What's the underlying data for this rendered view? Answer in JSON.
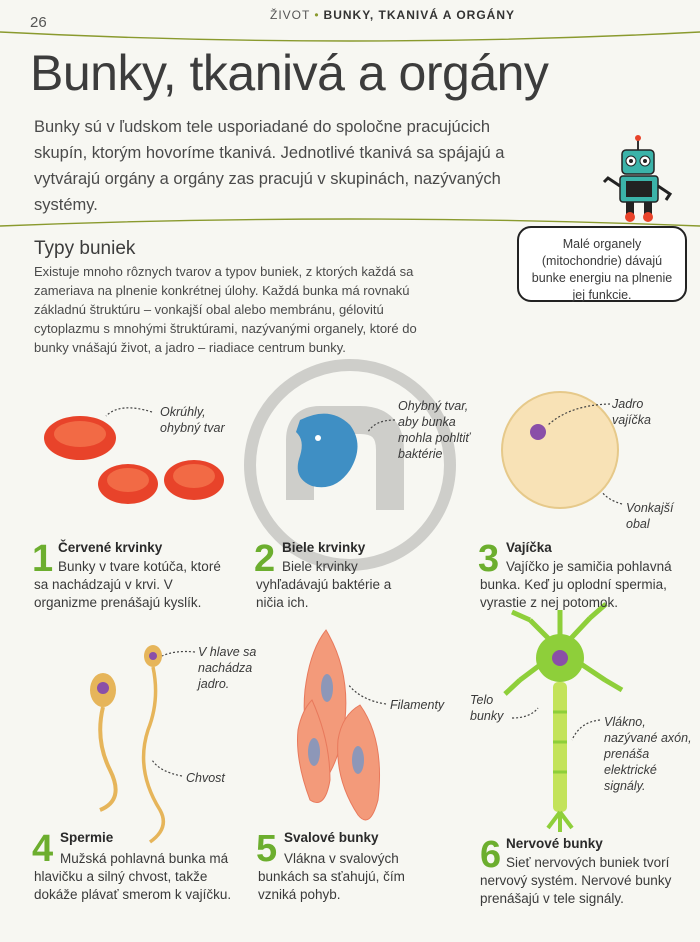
{
  "header": {
    "page_number": "26",
    "running_section": "ŽIVOT",
    "running_title": "BUNKY, TKANIVÁ A ORGÁNY"
  },
  "title": "Bunky, tkanivá a orgány",
  "intro": "Bunky sú v ľudskom tele usporiadané do spoločne pracujúcich skupín, ktorým hovoríme tkanivá. Jednotlivé tkanivá sa spájajú a vytvárajú orgány a orgány zas pracujú v skupinách, nazývaných systémy.",
  "section": {
    "title": "Typy buniek",
    "text": "Existuje mnoho rôznych tvarov a typov buniek, z ktorých každá sa zameriava na plnenie konkrétnej úlohy. Každá bunka má rovnakú základnú štruktúru – vonkajší obal alebo membránu, gélovitú cytoplazmu s mnohými štruktúrami, nazývanými organely, ktoré do bunky vnášajú život, a jadro – riadiace centrum bunky."
  },
  "note": "Malé organely (mitochondrie) dávajú bunke energiu na plnenie jej funkcie.",
  "cells": [
    {
      "num": "1",
      "title": "Červené krvinky",
      "text": "Bunky v tvare kotúča, ktoré sa nachádzajú v krvi. V organizme prenášajú kyslík.",
      "labels": [
        "Okrúhly, ohybný tvar"
      ]
    },
    {
      "num": "2",
      "title": "Biele krvinky",
      "text": "Biele krvinky vyhľadávajú baktérie a ničia ich.",
      "labels": [
        "Ohybný tvar, aby bunka mohla pohltiť baktérie"
      ]
    },
    {
      "num": "3",
      "title": "Vajíčka",
      "text": "Vajíčko je samičia pohlavná bunka. Keď ju oplodní spermia, vyrastie z nej potomok.",
      "labels": [
        "Jadro vajíčka",
        "Vonkajší obal"
      ]
    },
    {
      "num": "4",
      "title": "Spermie",
      "text": "Mužská pohlavná bunka má hlavičku a silný chvost, takže dokáže plávať smerom k vajíčku.",
      "labels": [
        "V hlave sa nachádza jadro.",
        "Chvost"
      ]
    },
    {
      "num": "5",
      "title": "Svalové bunky",
      "text": "Vlákna v svalových bunkách sa sťahujú, čím vzniká pohyb.",
      "labels": [
        "Filamenty"
      ]
    },
    {
      "num": "6",
      "title": "Nervové bunky",
      "text": "Sieť nervových buniek tvorí nervový systém. Nervové bunky prenášajú v tele signály.",
      "labels": [
        "Telo bunky",
        "Vlákno, nazývané axón, prenáša elektrické signály."
      ]
    }
  ],
  "colors": {
    "accent_green": "#6cae2e",
    "olive_line": "#8a9a2e",
    "red_cell": "#e8432a",
    "white_cell": "#3f8fc4",
    "egg": "#f8e2b6",
    "nucleus": "#8a4fa8",
    "sperm": "#e6b55a",
    "muscle": "#e8795c",
    "neuron": "#8ecf3a"
  }
}
